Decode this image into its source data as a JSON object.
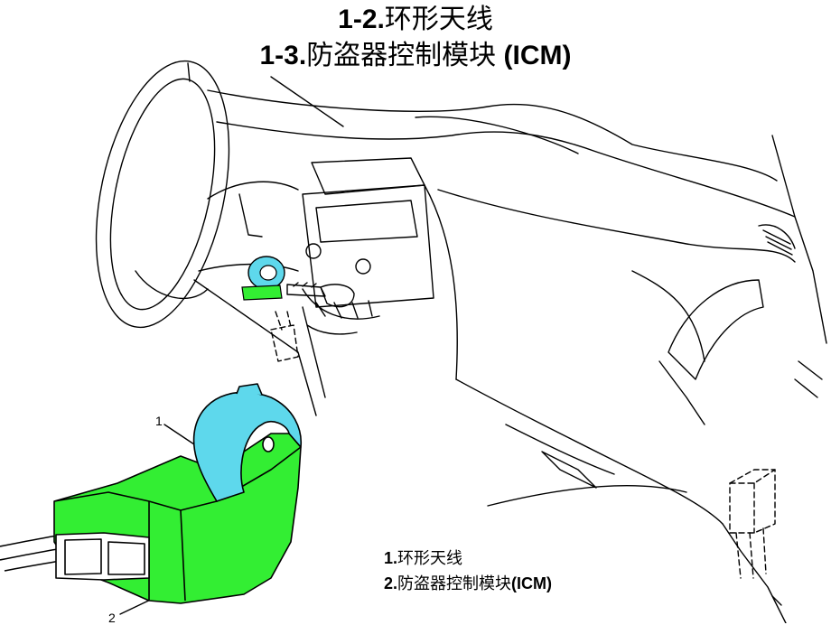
{
  "title": {
    "line1_num": "1-2.",
    "line1_text": "环形天线",
    "line2_num": "1-3.",
    "line2_text": "防盗器控制模块",
    "line2_suffix": " (ICM)"
  },
  "legend": {
    "item1_num": "1.",
    "item1_text": "环形天线",
    "item2_num": "2.",
    "item2_text": "防盗器控制模块",
    "item2_suffix": "(ICM)"
  },
  "callouts": {
    "c1": "1",
    "c2": "2"
  },
  "colors": {
    "antenna": "#5ed8ec",
    "module": "#33ee33",
    "line": "#000000"
  }
}
